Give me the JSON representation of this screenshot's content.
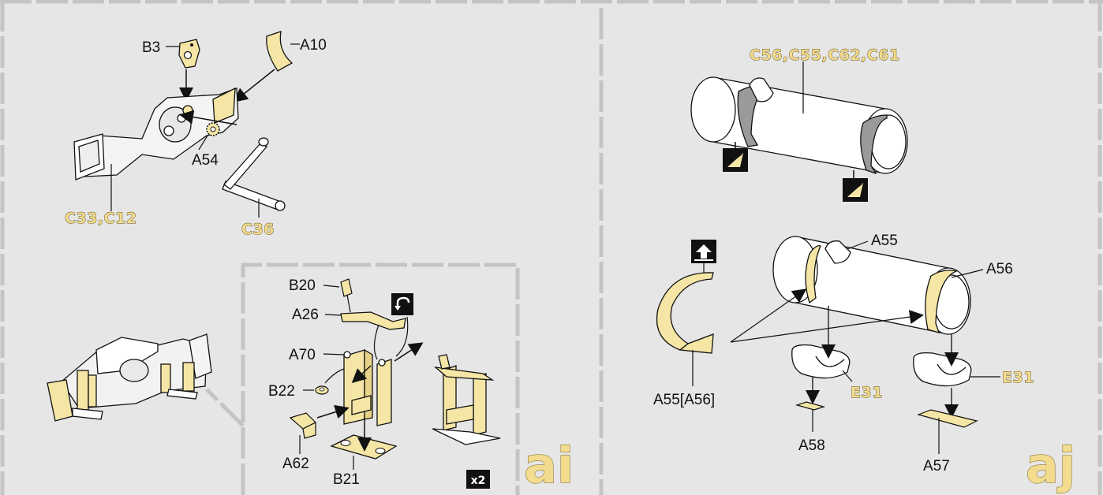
{
  "panel_ai": {
    "step_label": "ai",
    "parts": {
      "b3": "B3",
      "a10": "A10",
      "a54": "A54",
      "c33_c12": "C33,C12",
      "c36": "C36",
      "b20": "B20",
      "a26": "A26",
      "a70": "A70",
      "b22": "B22",
      "a62": "A62",
      "b21": "B21"
    },
    "multiplier": "x2"
  },
  "panel_aj": {
    "step_label": "aj",
    "parts": {
      "c56_group": "C56,C55,C62,C61",
      "a55": "A55",
      "a56": "A56",
      "a55_a56": "A55[A56]",
      "e31_left": "E31",
      "e31_right": "E31",
      "a58": "A58",
      "a57": "A57"
    }
  },
  "colors": {
    "background": "#e6e6e6",
    "part_highlight": "#f5e6a6",
    "gold_label": "#f3dc8e",
    "divider": "#c4c4c4"
  },
  "icons": [
    "glue-icon",
    "bend-icon",
    "flip-icon",
    "x2-badge"
  ]
}
